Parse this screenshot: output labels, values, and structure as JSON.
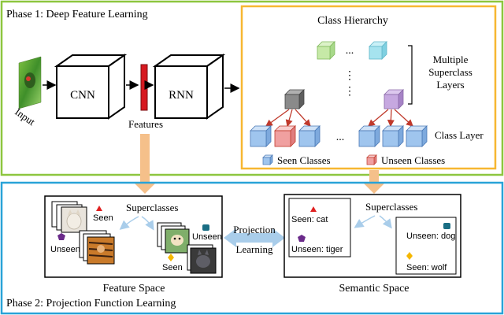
{
  "phase1": {
    "title": "Phase 1: Deep Feature Learning"
  },
  "phase2": {
    "title": "Phase 2: Projection Function Learning"
  },
  "pipeline": {
    "input": "Input",
    "cnn": "CNN",
    "rnn": "RNN",
    "features": "Features"
  },
  "hierarchy": {
    "title": "Class Hierarchy",
    "multiple_layers": [
      "Multiple",
      "Superclass",
      "Layers"
    ],
    "class_layer": "Class Layer",
    "seen_classes": "Seen Classes",
    "unseen_classes": "Unseen Classes",
    "ellipsis": "..."
  },
  "feature_space": {
    "label": "Feature Space",
    "superclasses": "Superclasses",
    "seen_top": "Seen",
    "unseen_left": "Unseen",
    "unseen_right": "Unseen",
    "seen_bottom": "Seen"
  },
  "semantic_space": {
    "label": "Semantic Space",
    "superclasses": "Superclasses",
    "seen_cat": "Seen: cat",
    "unseen_tiger": "Unseen: tiger",
    "unseen_dog": "Unseen: dog",
    "seen_wolf": "Seen: wolf"
  },
  "projection": {
    "line1": "Projection",
    "line2": "Learning"
  },
  "colors": {
    "phase1_border": "#8dc63f",
    "hierarchy_border": "#f7b731",
    "phase2_border": "#29a3d8",
    "seen_blue": "#9fc5ee",
    "unseen_red": "#f0a0a0",
    "green_cube": "#c6e9a7",
    "cyan_cube": "#a6e3ef",
    "gray_cube": "#8a8a8a",
    "purple_cube": "#c6a8e0",
    "feature_bar": "#d71920",
    "arrow_orange": "#f5c08a",
    "arrow_blue": "#a9cdea"
  }
}
